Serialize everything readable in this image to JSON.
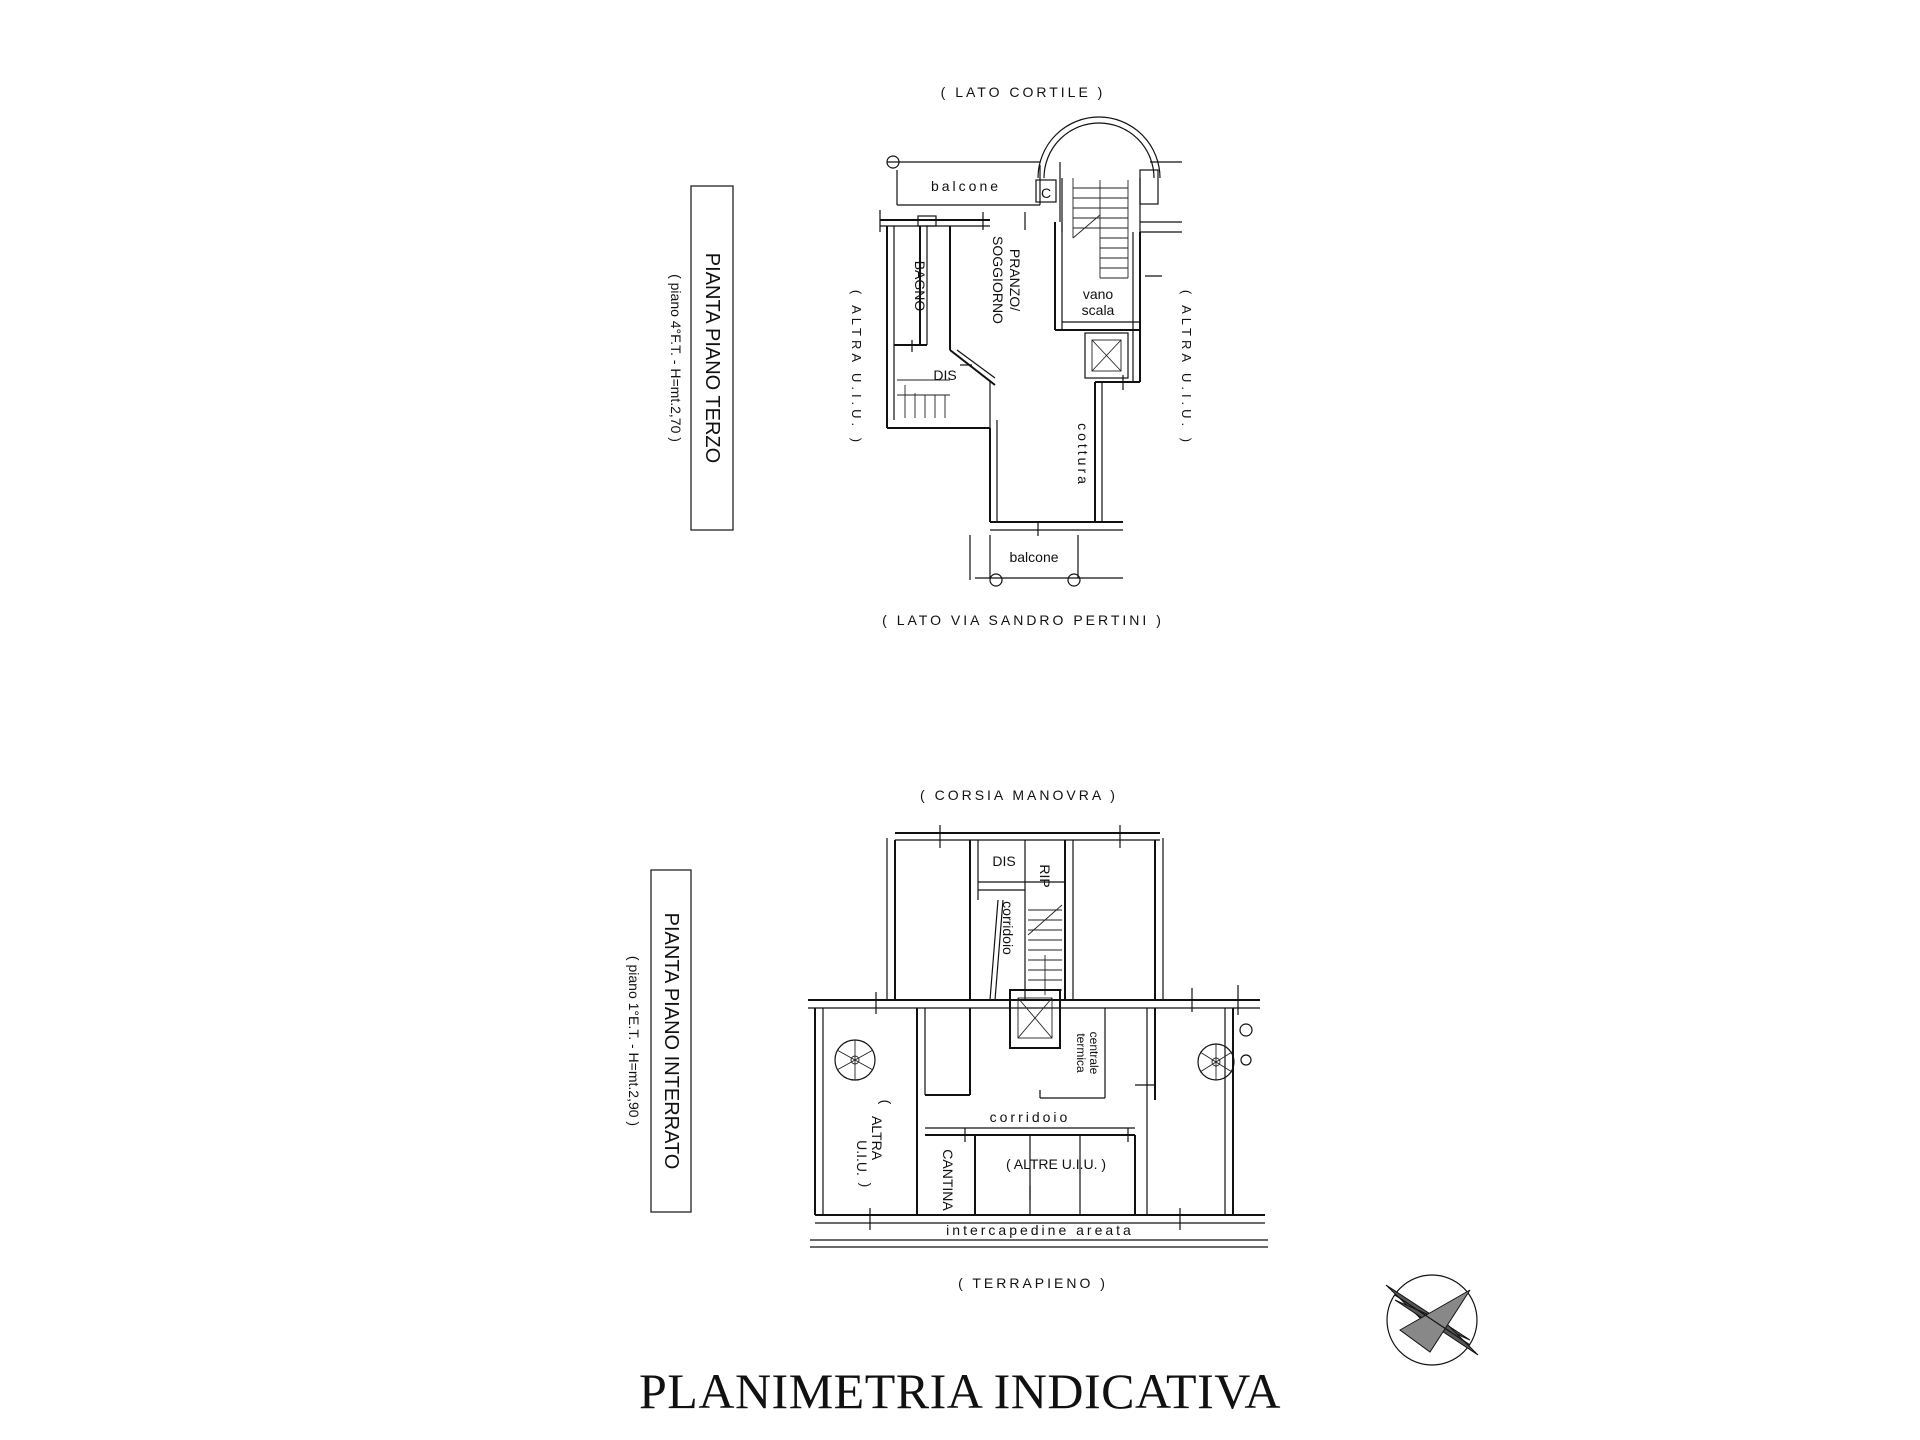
{
  "main_title": "PLANIMETRIA INDICATIVA",
  "upper_plan": {
    "title": "PIANTA PIANO TERZO",
    "subtitle": "( piano 4°F.T. - H=mt.2,70 )",
    "side_top": "( LATO CORTILE )",
    "side_bottom": "( LATO VIA SANDRO PERTINI )",
    "side_left": "( ALTRA U.I.U. )",
    "side_right": "( ALTRA U.I.U. )",
    "rooms": {
      "balcone_top": "balcone",
      "c": "C",
      "bagno": "BAGNO",
      "pranzo_line1": "PRANZO/",
      "pranzo_line2": "SOGGIORNO",
      "vano_line1": "vano",
      "vano_line2": "scala",
      "dis": "DIS",
      "cottura": "cottura",
      "balcone_bottom": "balcone"
    }
  },
  "lower_plan": {
    "title": "PIANTA PIANO INTERRATO",
    "subtitle": "( piano 1°E.T. - H=mt.2,90 )",
    "side_top": "( CORSIA MANOVRA )",
    "side_bottom": "( TERRAPIENO )",
    "rooms": {
      "dis": "DIS",
      "rip": "RIP",
      "corridoio_vertical": "corridoio",
      "centrale_line1": "centrale",
      "centrale_line2": "termica",
      "corridoio": "corridoio",
      "altra_open": "(",
      "altra_line1": "ALTRA",
      "altra_line2": "U.I.U.",
      "altra_close": ")",
      "cantina": "CANTINA",
      "altre": "( ALTRE U.I.U. )",
      "intercapedine": "intercapedine areata"
    }
  },
  "icons": {
    "compass": "north-arrow-icon"
  }
}
